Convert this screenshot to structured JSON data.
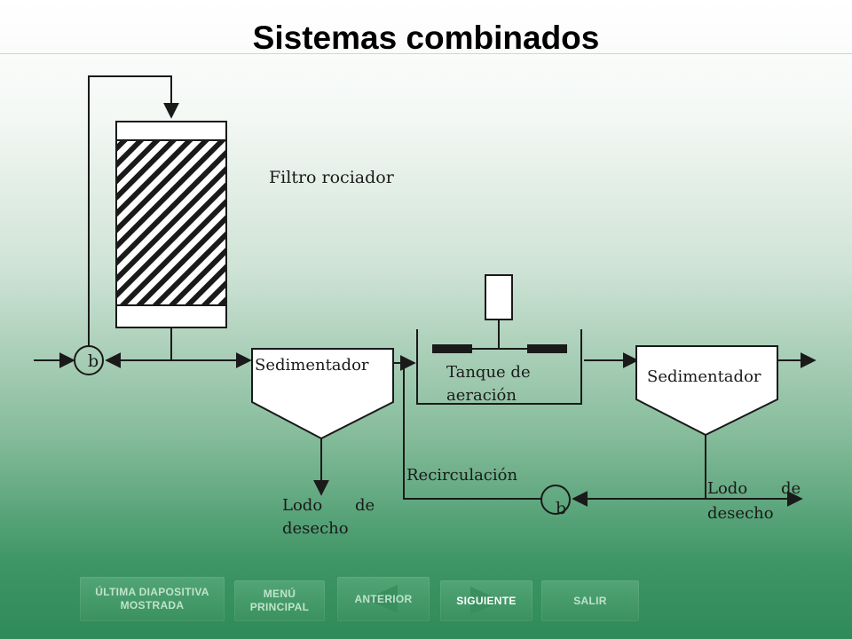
{
  "slide": {
    "title": "Sistemas combinados"
  },
  "diagram": {
    "labels": {
      "filtro": "Filtro rociador",
      "sedimentador1": "Sedimentador",
      "tanque_l1": "Tanque de",
      "tanque_l2": "aeración",
      "sedimentador2": "Sedimentador",
      "recirculacion": "Recirculación",
      "lodo1_a": "Lodo",
      "lodo1_b": "de",
      "lodo1_c": "desecho",
      "lodo2_a": "Lodo",
      "lodo2_b": "de",
      "lodo2_c": "desecho",
      "pump1": "b",
      "pump2": "b"
    }
  },
  "nav": {
    "last_viewed": "ÚLTIMA DIAPOSITIVA MOSTRADA",
    "main_menu": "MENÚ PRINCIPAL",
    "previous": "ANTERIOR",
    "next": "SIGUIENTE",
    "exit": "SALIR"
  },
  "colors": {
    "line": "#1a1a1a",
    "nav_bg": "#46a06c",
    "nav_text": "#bfe3cb"
  }
}
